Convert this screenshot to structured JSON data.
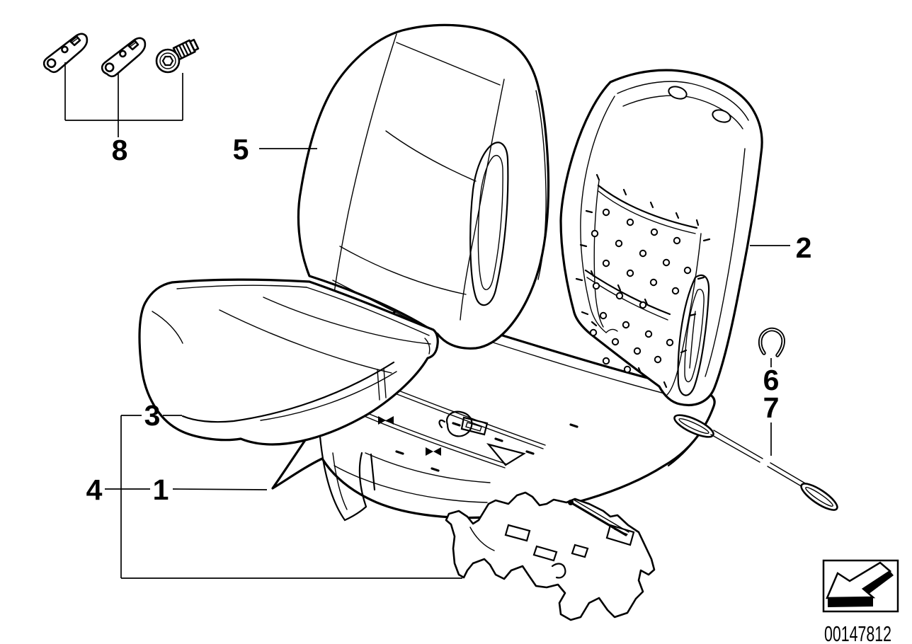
{
  "colors": {
    "line": "#000000",
    "background": "#ffffff"
  },
  "callouts": [
    {
      "label": "1"
    },
    {
      "label": "2"
    },
    {
      "label": "3"
    },
    {
      "label": "4"
    },
    {
      "label": "5"
    },
    {
      "label": "6"
    },
    {
      "label": "7"
    },
    {
      "label": "8"
    }
  ],
  "stamp": {
    "image_number": "00147812",
    "icon": "direction-arrow-icon"
  }
}
